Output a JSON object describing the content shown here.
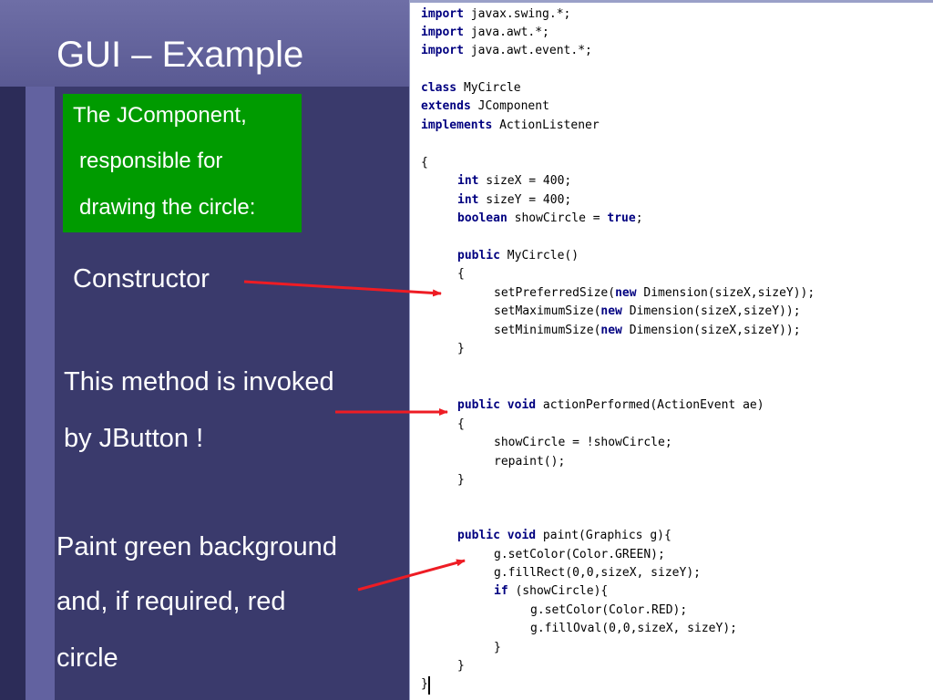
{
  "slide": {
    "title": "GUI – Example",
    "callout": [
      "The JComponent,",
      "responsible for",
      "drawing the circle:"
    ],
    "captions": {
      "constructor": "Constructor",
      "invoked_line1": "This method is invoked",
      "invoked_line2": "by JButton !",
      "paint_line1": "Paint green background",
      "paint_line2": "and, if required, red",
      "paint_line3": "circle"
    },
    "colors": {
      "callout_bg": "#009b00",
      "arrow": "#ee1c24",
      "keyword": "#000080"
    }
  },
  "code": {
    "lines": [
      {
        "indent": 0,
        "kw": "import",
        "rest": " javax.swing.*;"
      },
      {
        "indent": 0,
        "kw": "import",
        "rest": " java.awt.*;"
      },
      {
        "indent": 0,
        "kw": "import",
        "rest": " java.awt.event.*;"
      },
      {
        "indent": 0,
        "kw": "class",
        "rest": " MyCircle"
      },
      {
        "indent": 0,
        "kw": "extends",
        "rest": " JComponent"
      },
      {
        "indent": 0,
        "kw": "implements",
        "rest": " ActionListener"
      },
      {
        "indent": 0,
        "kw": "",
        "rest": "{"
      },
      {
        "indent": 1,
        "kw": "int",
        "rest": " sizeX = 400;"
      },
      {
        "indent": 1,
        "kw": "int",
        "rest": " sizeY = 400;"
      },
      {
        "indent": 1,
        "kw": "boolean",
        "rest": " showCircle = ",
        "kw2": "true",
        "rest2": ";"
      },
      {
        "indent": 1,
        "kw": "public",
        "rest": " MyCircle()"
      },
      {
        "indent": 1,
        "kw": "",
        "rest": "{"
      },
      {
        "indent": 2,
        "kw": "",
        "rest": "setPreferredSize(",
        "kw2": "new",
        "rest2": " Dimension(sizeX,sizeY));"
      },
      {
        "indent": 2,
        "kw": "",
        "rest": "setMaximumSize(",
        "kw2": "new",
        "rest2": " Dimension(sizeX,sizeY));"
      },
      {
        "indent": 2,
        "kw": "",
        "rest": "setMinimumSize(",
        "kw2": "new",
        "rest2": " Dimension(sizeX,sizeY));"
      },
      {
        "indent": 1,
        "kw": "",
        "rest": "}"
      },
      {
        "indent": 1,
        "kw": "public void",
        "rest": " actionPerformed(ActionEvent ae)"
      },
      {
        "indent": 1,
        "kw": "",
        "rest": "{"
      },
      {
        "indent": 2,
        "kw": "",
        "rest": "showCircle = !showCircle;"
      },
      {
        "indent": 2,
        "kw": "",
        "rest": "repaint();"
      },
      {
        "indent": 1,
        "kw": "",
        "rest": "}"
      },
      {
        "indent": 1,
        "kw": "public void",
        "rest": " paint(Graphics g){"
      },
      {
        "indent": 2,
        "kw": "",
        "rest": "g.setColor(Color.GREEN);"
      },
      {
        "indent": 2,
        "kw": "",
        "rest": "g.fillRect(0,0,sizeX, sizeY);"
      },
      {
        "indent": 2,
        "kw": "if",
        "rest": " (showCircle){"
      },
      {
        "indent": 3,
        "kw": "",
        "rest": "g.setColor(Color.RED);"
      },
      {
        "indent": 3,
        "kw": "",
        "rest": "g.fillOval(0,0,sizeX, sizeY);"
      },
      {
        "indent": 2,
        "kw": "",
        "rest": "}"
      },
      {
        "indent": 1,
        "kw": "",
        "rest": "}"
      },
      {
        "indent": 0,
        "kw": "",
        "rest": "}"
      }
    ]
  }
}
